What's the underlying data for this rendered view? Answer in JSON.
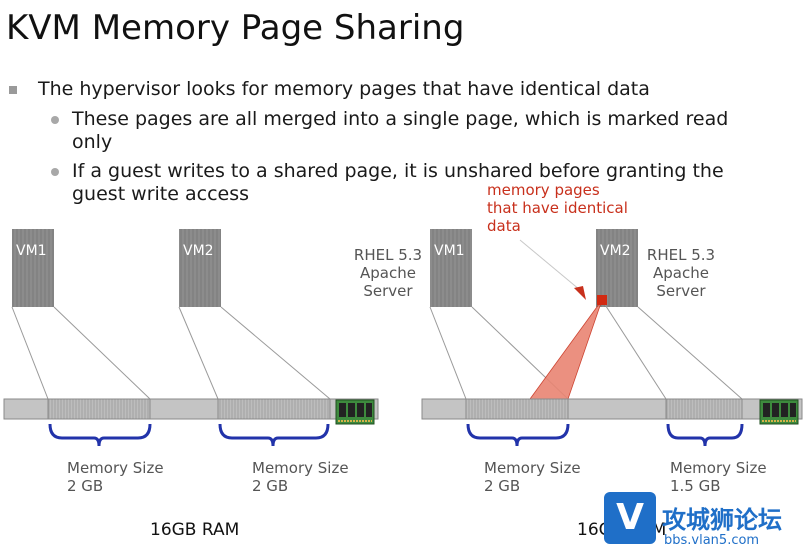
{
  "title": "KVM Memory Page Sharing",
  "bullets": {
    "main": "The hypervisor looks for memory pages that have identical data",
    "sub1": "These pages are all merged into a single page, which is marked read only",
    "sub2": " If a guest writes to a shared page, it is unshared before granting the guest write access"
  },
  "left": {
    "vm1": "VM1",
    "vm2": "VM2",
    "mem1_label": "Memory Size",
    "mem1_value": "2 GB",
    "mem2_label": "Memory Size",
    "mem2_value": "2 GB",
    "ram": "16GB RAM"
  },
  "right": {
    "vm1": "VM1",
    "vm2": "VM2",
    "annotation": [
      "memory pages",
      "that have identical",
      "data"
    ],
    "server1": [
      "RHEL 5.3",
      "Apache",
      "Server"
    ],
    "server2": [
      "RHEL 5.3",
      "Apache",
      "Server"
    ],
    "mem1_label": "Memory Size",
    "mem1_value": "2 GB",
    "mem2_label": "Memory Size",
    "mem2_value": "1.5 GB",
    "ram": "16GB RAM"
  },
  "watermark": {
    "logo": "V",
    "text": "攻城狮论坛",
    "url": "bbs.vlan5.com"
  },
  "colors": {
    "vm_box": "#8c8c8c",
    "ram_bar": "#c4c4c4",
    "brace": "#2233aa",
    "shared_highlight": "#e98573",
    "shared_page": "#d22a12",
    "annotation": "#c8301c",
    "watermark": "#1f6fc8"
  }
}
